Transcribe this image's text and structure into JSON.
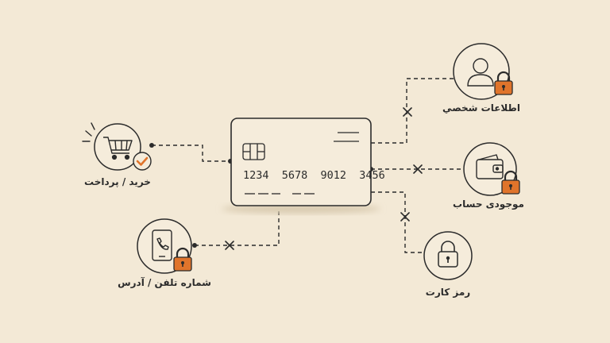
{
  "card": {
    "number": "1234  5678  9012  3456",
    "chip_icon": "chip-icon"
  },
  "nodes": {
    "purchase": {
      "label": "خرید / پرداخت",
      "icon": "shopping-cart-icon",
      "badge": "check-badge-icon"
    },
    "phone": {
      "label": "شماره تلفن / آدرس",
      "icon": "smartphone-icon",
      "badge": "lock-icon"
    },
    "personal": {
      "label": "اطلاعات شخصي",
      "icon": "user-icon",
      "badge": "lock-icon"
    },
    "balance": {
      "label": "موجودی حساب",
      "icon": "wallet-icon",
      "badge": "lock-icon"
    },
    "pin": {
      "label": "رمز کارت",
      "icon": "padlock-icon"
    }
  },
  "colors": {
    "background": "#f3e9d6",
    "ink": "#2b2b2b",
    "lock": "#e0742b",
    "check": "#e0742b"
  }
}
